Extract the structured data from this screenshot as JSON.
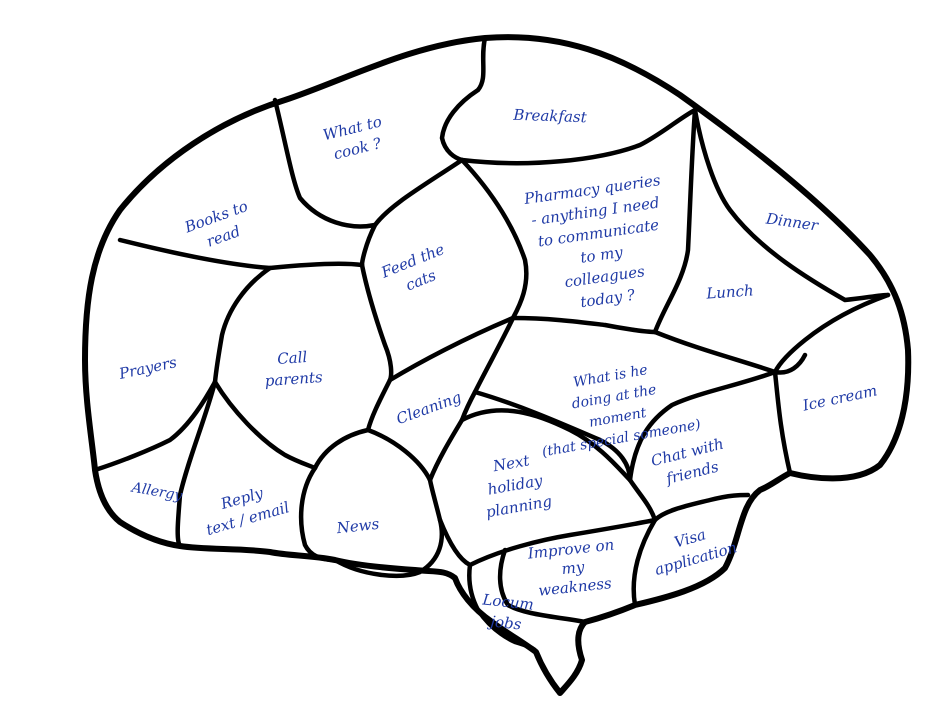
{
  "regions": {
    "what_to_cook": [
      "What to",
      "cook ?"
    ],
    "breakfast": [
      "Breakfast"
    ],
    "books_to_read": [
      "Books to",
      "read"
    ],
    "pharmacy_queries": [
      "Pharmacy queries",
      "- anything I need",
      "to communicate",
      "to my",
      "colleagues",
      "today ?"
    ],
    "dinner": [
      "Dinner"
    ],
    "feed_the_cats": [
      "Feed the",
      "cats"
    ],
    "lunch": [
      "Lunch"
    ],
    "prayers": [
      "Prayers"
    ],
    "call_parents": [
      "Call",
      "parents"
    ],
    "what_is_he_doing": [
      "What is he",
      "doing at the",
      "moment",
      "(that special someone)"
    ],
    "ice_cream": [
      "Ice cream"
    ],
    "cleaning": [
      "Cleaning"
    ],
    "chat_with_friends": [
      "Chat with",
      "friends"
    ],
    "next_holiday_planning": [
      "Next",
      "holiday",
      "planning"
    ],
    "allergy": [
      "Allergy"
    ],
    "reply_text_email": [
      "Reply",
      "text / email"
    ],
    "news": [
      "News"
    ],
    "visa_application": [
      "Visa",
      "application"
    ],
    "improve_on_my_weakness": [
      "Improve on",
      "my",
      "weakness"
    ],
    "locum_jobs": [
      "Locum",
      "jobs"
    ]
  },
  "colors": {
    "outline": "#000000",
    "handwriting": "#1f3aa6",
    "background": "#ffffff"
  }
}
